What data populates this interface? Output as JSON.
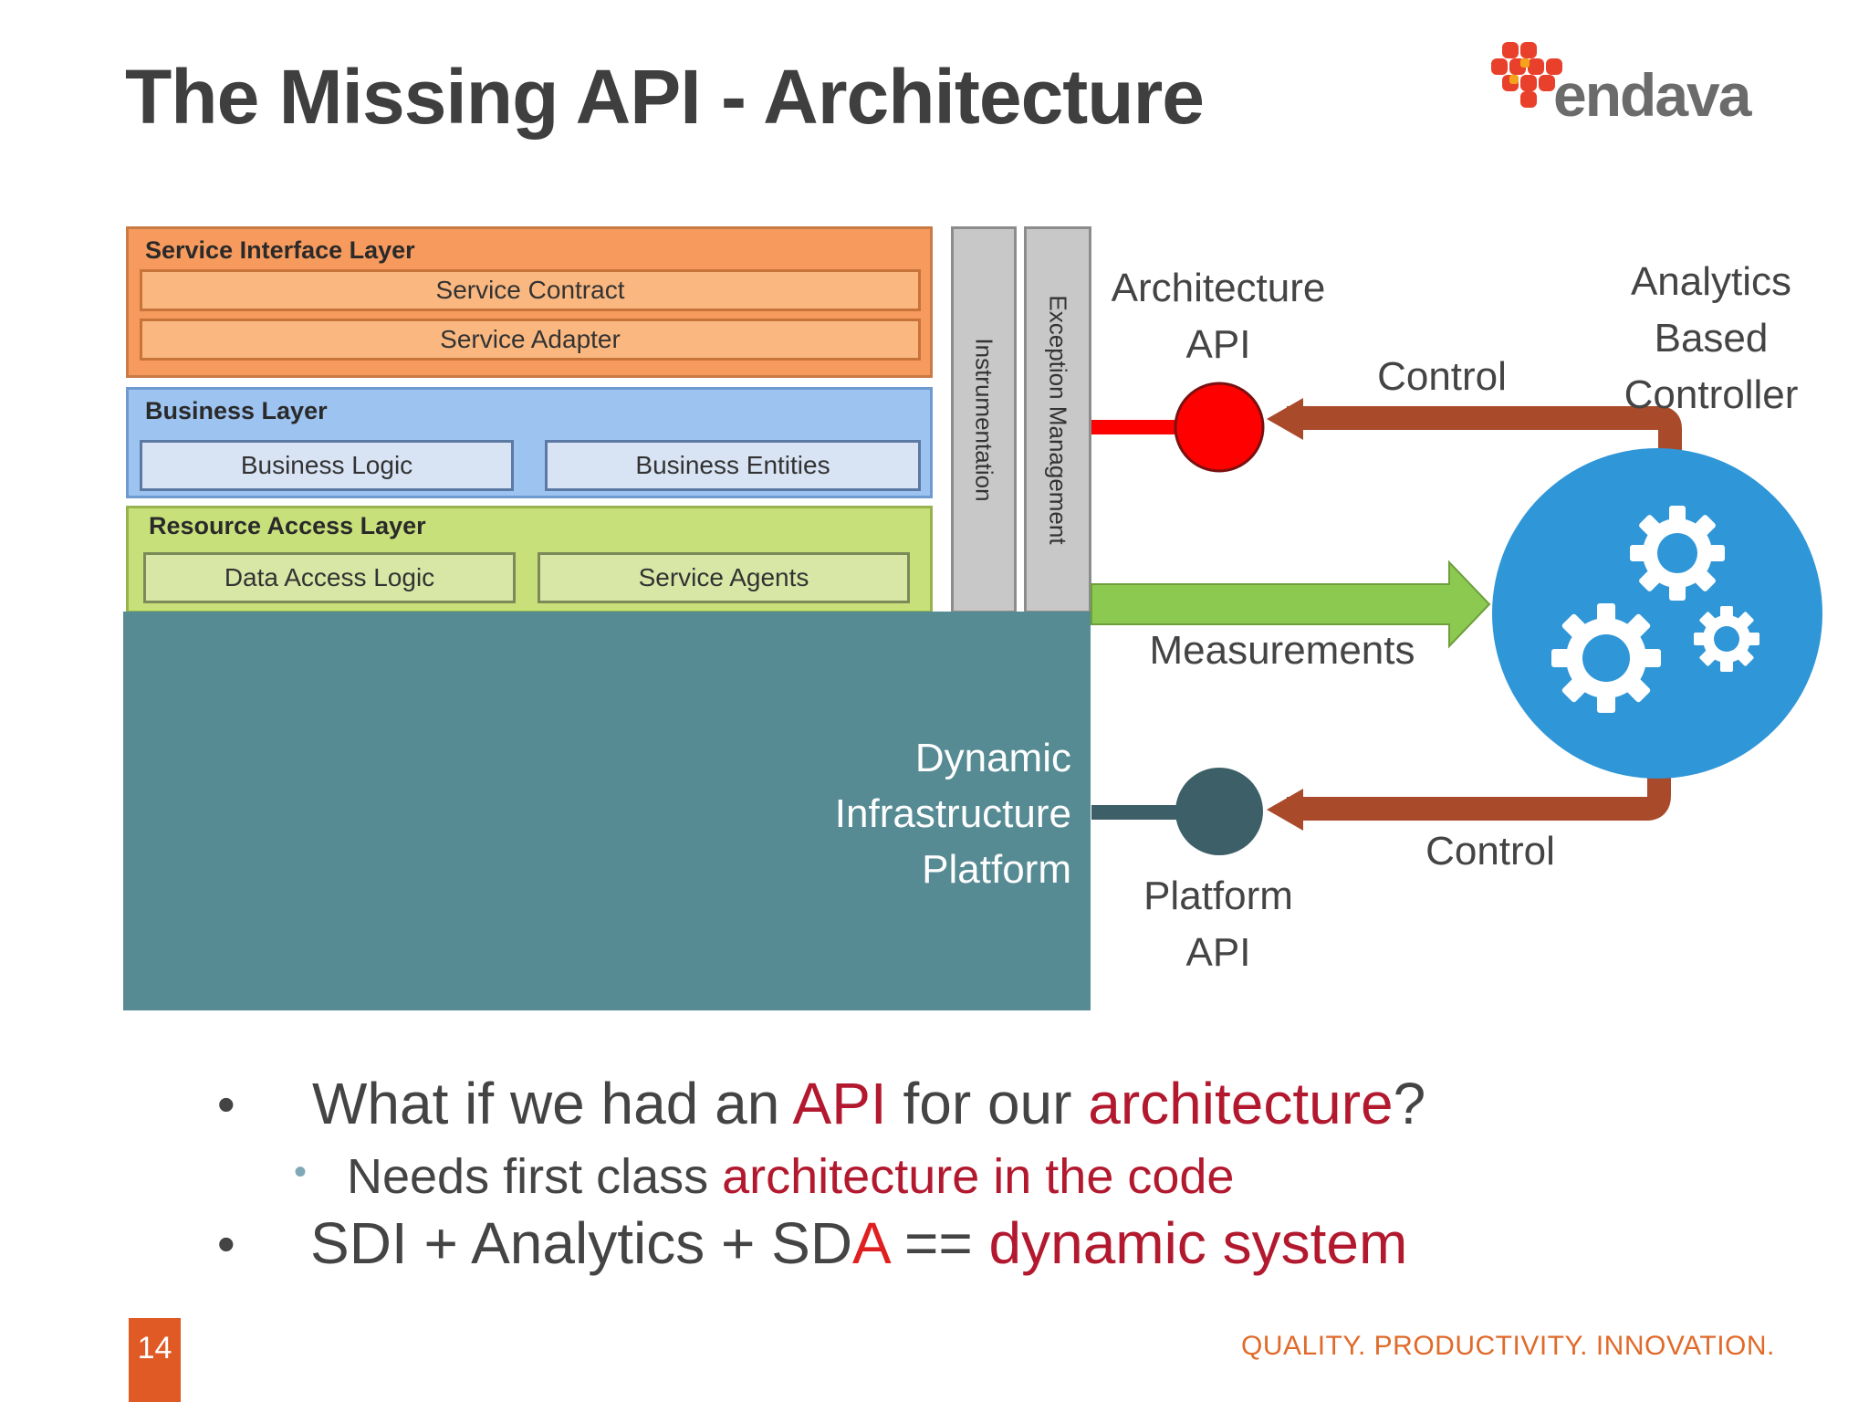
{
  "slide": {
    "title": "The Missing API - Architecture",
    "page_number": "14",
    "tagline": "QUALITY. PRODUCTIVITY.  INNOVATION.",
    "logo_text": "endava"
  },
  "diagram": {
    "service_interface_layer": {
      "title": "Service Interface Layer",
      "items": [
        "Service Contract",
        "Service Adapter"
      ]
    },
    "business_layer": {
      "title": "Business Layer",
      "items": [
        "Business Logic",
        "Business Entities"
      ]
    },
    "resource_access_layer": {
      "title": "Resource Access Layer",
      "items": [
        "Data Access Logic",
        "Service Agents"
      ]
    },
    "vertical_bars": [
      "Instrumentation",
      "Exception Management"
    ],
    "platform_label": [
      "Dynamic",
      "Infrastructure",
      "Platform"
    ],
    "architecture_api": [
      "Architecture",
      "API"
    ],
    "platform_api": [
      "Platform",
      "API"
    ],
    "controller_label": [
      "Analytics",
      "Based",
      "Controller"
    ],
    "control_top": "Control",
    "control_bottom": "Control",
    "measurements": "Measurements",
    "colors": {
      "service_interface": "#f79a5e",
      "business": "#9dc3f0",
      "resource_access": "#c8e07a",
      "platform": "#568b94",
      "controller": "#2f96d8",
      "architecture_api_node": "#ff0000",
      "platform_api_node": "#3d5f68",
      "control_arrow": "#a94a2a",
      "measurements_arrow": "#8bc950"
    }
  },
  "bullets": {
    "b1": {
      "t1": "What if we had an ",
      "t2": "API",
      "t3": " for our ",
      "t4": "architecture",
      "t5": "?"
    },
    "b1_sub": {
      "t1": "Needs first class ",
      "t2": "architecture in the code"
    },
    "b2": {
      "t1": "SDI + Analytics + SD",
      "t2": "A",
      "t3": " == ",
      "t4": "dynamic system"
    }
  }
}
